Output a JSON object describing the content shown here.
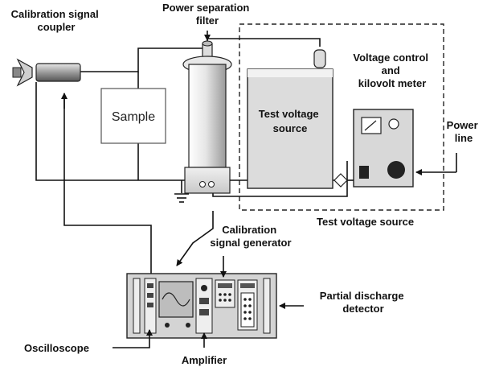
{
  "labels": {
    "calibration_coupler": [
      "Calibration signal",
      "coupler"
    ],
    "power_filter": [
      "Power separation",
      "filter"
    ],
    "voltage_control": [
      "Voltage control",
      "and",
      "kilovolt meter"
    ],
    "sample": "Sample",
    "test_voltage_source_box": [
      "Test voltage",
      "source"
    ],
    "power_line": [
      "Power",
      "line"
    ],
    "test_voltage_source_caption": "Test voltage source",
    "calibration_generator": [
      "Calibration",
      "signal generator"
    ],
    "pd_detector": [
      "Partial discharge",
      "detector"
    ],
    "oscilloscope": "Oscilloscope",
    "amplifier": "Amplifier"
  }
}
